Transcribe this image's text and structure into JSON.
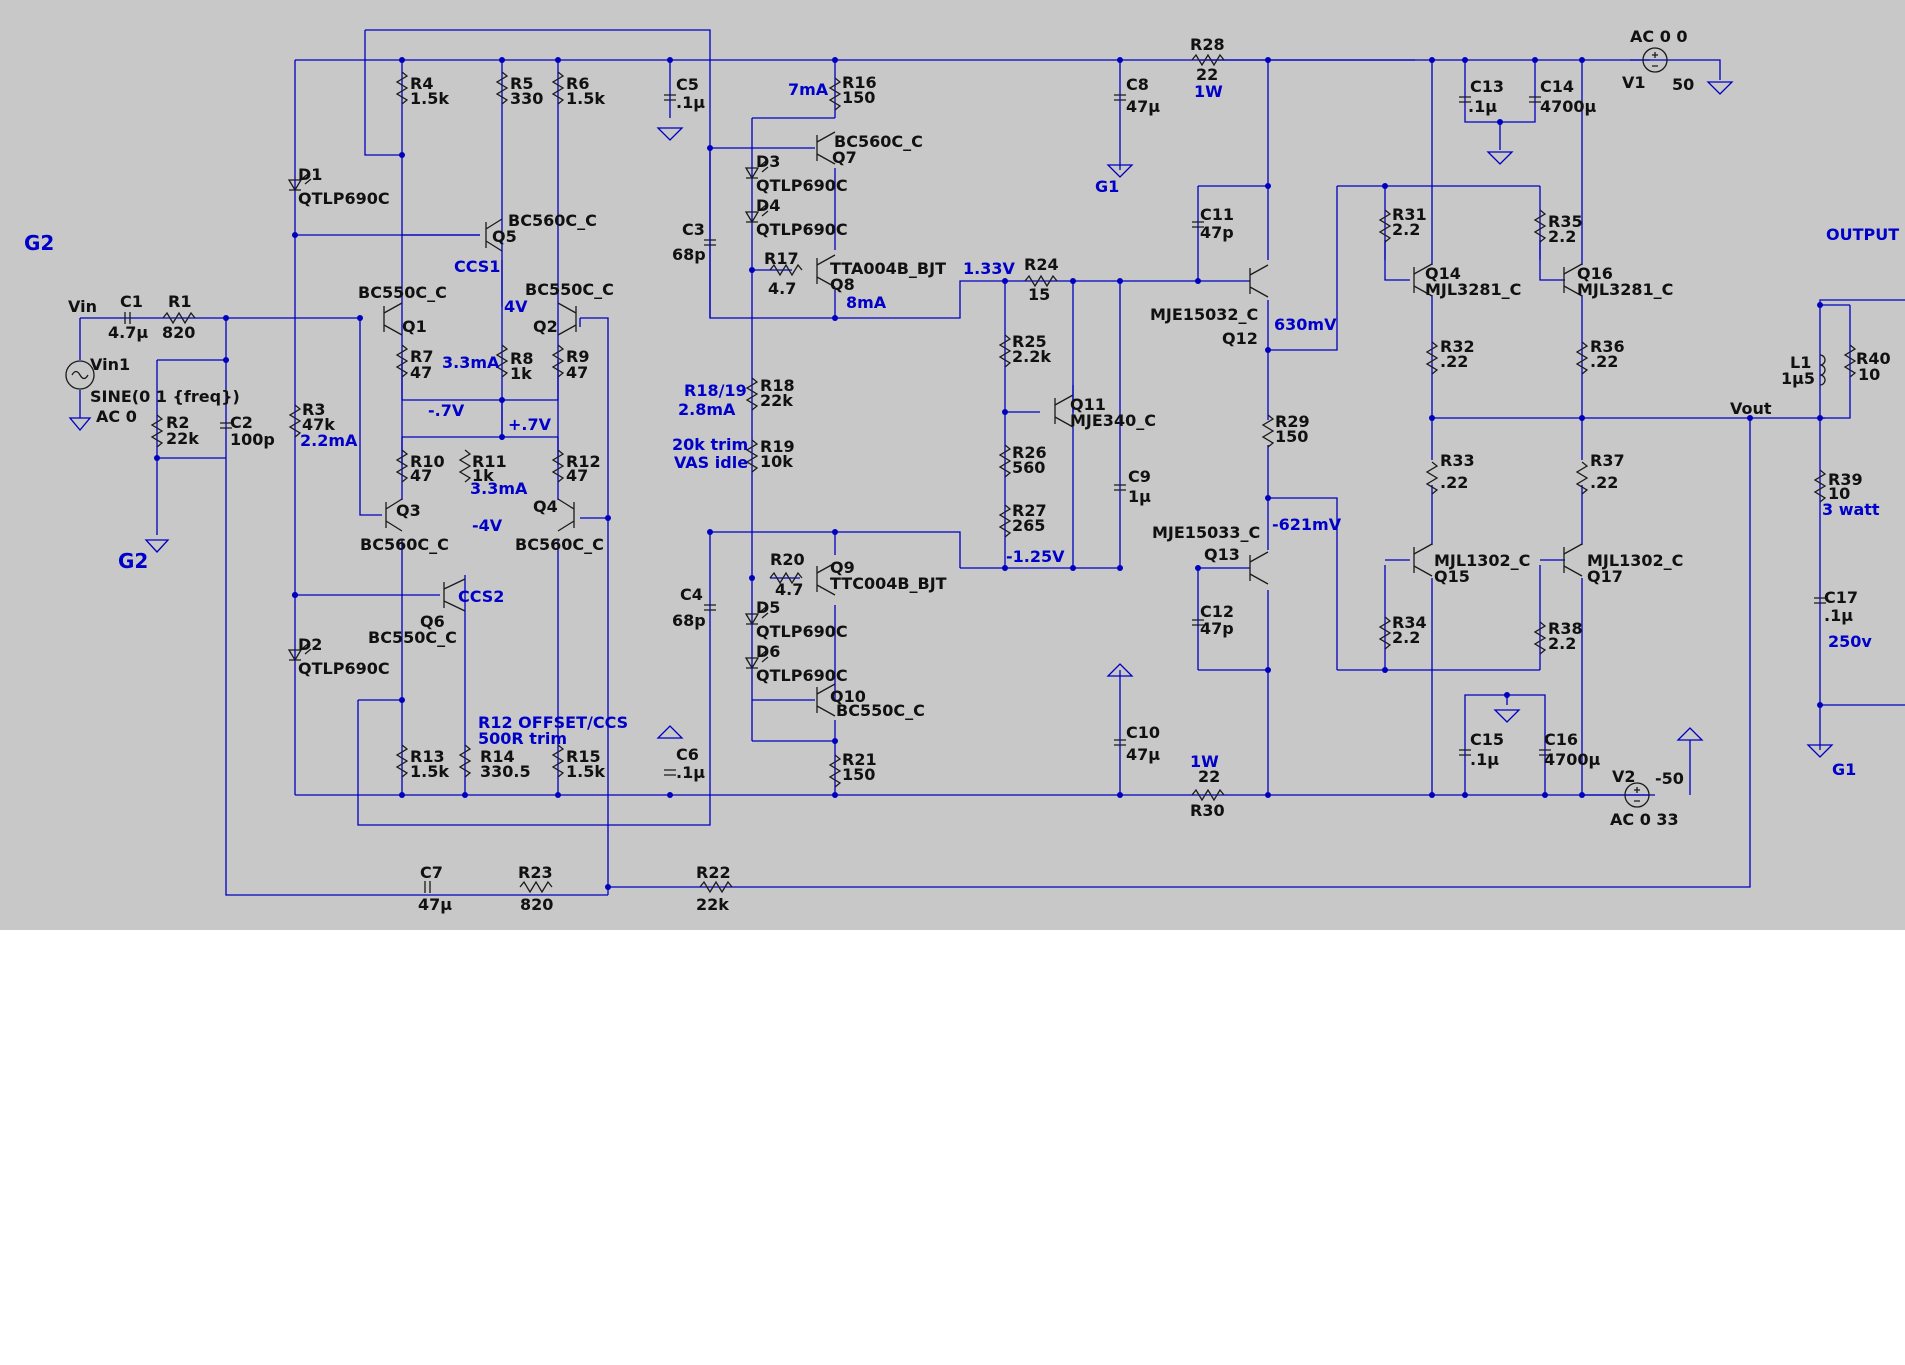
{
  "colors": {
    "background": "#c8c8c8",
    "wire": "#0000c0",
    "part": "#1a1a1a",
    "annotation": "#0000c8"
  },
  "labels": {
    "G2_left": "G2",
    "G2_ground": "G2",
    "G1_c8": "G1",
    "G1_out": "G1",
    "output": "OUTPUT",
    "vout": "Vout",
    "vin": "Vin",
    "vin1": "Vin1",
    "vin1_sine": "SINE(0 1 {freq})",
    "vin1_ac": "AC 0",
    "v1": "V1",
    "v1_ac": "AC 0 0",
    "v1_val": "50",
    "v2": "V2",
    "v2_ac": "AC 0 33",
    "v2_val": "-50"
  },
  "components": {
    "C1": {
      "name": "C1",
      "value": "4.7µ"
    },
    "R1": {
      "name": "R1",
      "value": "820"
    },
    "R2": {
      "name": "R2",
      "value": "22k"
    },
    "C2": {
      "name": "C2",
      "value": "100p"
    },
    "R3": {
      "name": "R3",
      "value": "47k"
    },
    "D1": {
      "name": "D1",
      "model": "QTLP690C"
    },
    "D2": {
      "name": "D2",
      "model": "QTLP690C"
    },
    "R4": {
      "name": "R4",
      "value": "1.5k"
    },
    "R5": {
      "name": "R5",
      "value": "330"
    },
    "R6": {
      "name": "R6",
      "value": "1.5k"
    },
    "C5": {
      "name": "C5",
      "value": ".1µ"
    },
    "Q5": {
      "name": "Q5",
      "model": "BC560C_C"
    },
    "Q1": {
      "name": "Q1",
      "model": "BC550C_C"
    },
    "Q2": {
      "name": "Q2",
      "model": "BC550C_C"
    },
    "R7": {
      "name": "R7",
      "value": "47"
    },
    "R8": {
      "name": "R8",
      "value": "1k"
    },
    "R9": {
      "name": "R9",
      "value": "47"
    },
    "R10": {
      "name": "R10",
      "value": "47"
    },
    "R11": {
      "name": "R11",
      "value": "1k"
    },
    "R12": {
      "name": "R12",
      "value": "47"
    },
    "Q3": {
      "name": "Q3",
      "model": "BC560C_C"
    },
    "Q4": {
      "name": "Q4",
      "model": "BC560C_C"
    },
    "Q6": {
      "name": "Q6",
      "model": "BC550C_C"
    },
    "R13": {
      "name": "R13",
      "value": "1.5k"
    },
    "R14": {
      "name": "R14",
      "value": "330.5"
    },
    "R15": {
      "name": "R15",
      "value": "1.5k"
    },
    "C6": {
      "name": "C6",
      "value": ".1µ"
    },
    "C7": {
      "name": "C7",
      "value": "47µ"
    },
    "R23": {
      "name": "R23",
      "value": "820"
    },
    "R22": {
      "name": "R22",
      "value": "22k"
    },
    "R16": {
      "name": "R16",
      "value": "150"
    },
    "Q7": {
      "name": "Q7",
      "model": "BC560C_C"
    },
    "D3": {
      "name": "D3",
      "model": "QTLP690C"
    },
    "D4": {
      "name": "D4",
      "model": "QTLP690C"
    },
    "C3": {
      "name": "C3",
      "value": "68p"
    },
    "R17": {
      "name": "R17",
      "value": "4.7"
    },
    "Q8": {
      "name": "Q8",
      "model": "TTA004B_BJT"
    },
    "R18": {
      "name": "R18",
      "value": "22k"
    },
    "R19": {
      "name": "R19",
      "value": "10k"
    },
    "C4": {
      "name": "C4",
      "value": "68p"
    },
    "R20": {
      "name": "R20",
      "value": "4.7"
    },
    "Q9": {
      "name": "Q9",
      "model": "TTC004B_BJT"
    },
    "D5": {
      "name": "D5",
      "model": "QTLP690C"
    },
    "D6": {
      "name": "D6",
      "model": "QTLP690C"
    },
    "Q10": {
      "name": "Q10",
      "model": "BC550C_C"
    },
    "R21": {
      "name": "R21",
      "value": "150"
    },
    "C8": {
      "name": "C8",
      "value": "47µ"
    },
    "R28": {
      "name": "R28",
      "value": "22"
    },
    "R24": {
      "name": "R24",
      "value": "15"
    },
    "R25": {
      "name": "R25",
      "value": "2.2k"
    },
    "R26": {
      "name": "R26",
      "value": "560"
    },
    "R27": {
      "name": "R27",
      "value": "265"
    },
    "Q11": {
      "name": "Q11",
      "model": "MJE340_C"
    },
    "C9": {
      "name": "C9",
      "value": "1µ"
    },
    "C10": {
      "name": "C10",
      "value": "47µ"
    },
    "R30": {
      "name": "R30",
      "value": "22"
    },
    "C11": {
      "name": "C11",
      "value": "47p"
    },
    "C12": {
      "name": "C12",
      "value": "47p"
    },
    "Q12": {
      "name": "Q12",
      "model": "MJE15032_C"
    },
    "Q13": {
      "name": "Q13",
      "model": "MJE15033_C"
    },
    "R29": {
      "name": "R29",
      "value": "150"
    },
    "R31": {
      "name": "R31",
      "value": "2.2"
    },
    "R32": {
      "name": "R32",
      "value": ".22"
    },
    "R33": {
      "name": "R33",
      "value": ".22"
    },
    "R34": {
      "name": "R34",
      "value": "2.2"
    },
    "R35": {
      "name": "R35",
      "value": "2.2"
    },
    "R36": {
      "name": "R36",
      "value": ".22"
    },
    "R37": {
      "name": "R37",
      "value": ".22"
    },
    "R38": {
      "name": "R38",
      "value": "2.2"
    },
    "Q14": {
      "name": "Q14",
      "model": "MJL3281_C"
    },
    "Q16": {
      "name": "Q16",
      "model": "MJL3281_C"
    },
    "Q15": {
      "name": "Q15",
      "model": "MJL1302_C"
    },
    "Q17": {
      "name": "Q17",
      "model": "MJL1302_C"
    },
    "C13": {
      "name": "C13",
      "value": ".1µ"
    },
    "C14": {
      "name": "C14",
      "value": "4700µ"
    },
    "C15": {
      "name": "C15",
      "value": ".1µ"
    },
    "C16": {
      "name": "C16",
      "value": "4700µ"
    },
    "L1": {
      "name": "L1",
      "value": "1µ5"
    },
    "R40": {
      "name": "R40",
      "value": "10"
    },
    "R39": {
      "name": "R39",
      "value": "10"
    },
    "C17": {
      "name": "C17",
      "value": ".1µ"
    }
  },
  "annotations": {
    "ccs1": "CCS1",
    "ccs2": "CCS2",
    "i_22ma": "2.2mA",
    "i_33ma_a": "3.3mA",
    "i_33ma_b": "3.3mA",
    "v_4v": "4V",
    "v_m4v": "-4V",
    "v_m07": "-.7V",
    "v_p07": "+.7V",
    "r12_note1": "R12 OFFSET/CCS",
    "r12_note2": "500R trim",
    "r1819": "R18/19",
    "i_28ma": "2.8mA",
    "trim1": "20k trim",
    "trim2": "VAS idle",
    "i_7ma": "7mA",
    "i_8ma": "8mA",
    "v_133": "1.33V",
    "v_m125": "-1.25V",
    "v_630": "630mV",
    "v_m621": "-621mV",
    "w_1w_a": "1W",
    "w_1w_b": "1W",
    "w_3w": "3 watt",
    "v_250": "250v"
  }
}
